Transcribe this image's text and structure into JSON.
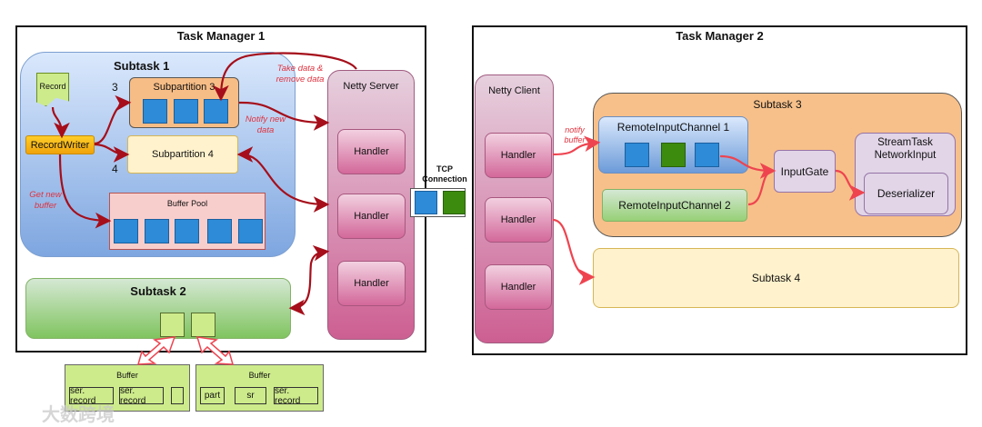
{
  "tm1": {
    "title": "Task Manager 1",
    "subtask1": {
      "title": "Subtask 1",
      "record": "Record",
      "record_writer": "RecordWriter",
      "num3": "3",
      "num4": "4",
      "subpartition3": "Subpartition 3",
      "subpartition4": "Subpartition 4",
      "buffer_pool": "Buffer Pool"
    },
    "subtask2": {
      "title": "Subtask 2"
    },
    "netty_server": {
      "title": "Netty Server",
      "handlers": [
        "Handler",
        "Handler",
        "Handler"
      ]
    },
    "labels": {
      "take_data": "Take data & remove data",
      "notify_new": "Notify new data",
      "get_new_buffer": "Get new buffer"
    }
  },
  "tcp": {
    "label": "TCP Connection"
  },
  "tm2": {
    "title": "Task Manager 2",
    "netty_client": {
      "title": "Netty Client",
      "handlers": [
        "Handler",
        "Handler",
        "Handler"
      ]
    },
    "notify_buffer": "notify buffer",
    "subtask3": {
      "title": "Subtask 3",
      "ric1": "RemoteInputChannel 1",
      "ric2": "RemoteInputChannel 2",
      "input_gate": "InputGate",
      "stream_input": "StreamTask NetworkInput",
      "deserializer": "Deserializer"
    },
    "subtask4": {
      "title": "Subtask 4"
    }
  },
  "buffers": [
    {
      "title": "Buffer",
      "items": [
        "ser. record",
        "ser. record"
      ]
    },
    {
      "title": "Buffer",
      "items": [
        "part",
        "sr",
        "ser. record"
      ]
    }
  ],
  "watermark": "大数跨境",
  "colors": {
    "arrow_dark": "#a50e1a",
    "arrow_light": "#ee4450",
    "buffer_blue": "#2d8bd8",
    "buffer_green": "#3c8a0e"
  }
}
